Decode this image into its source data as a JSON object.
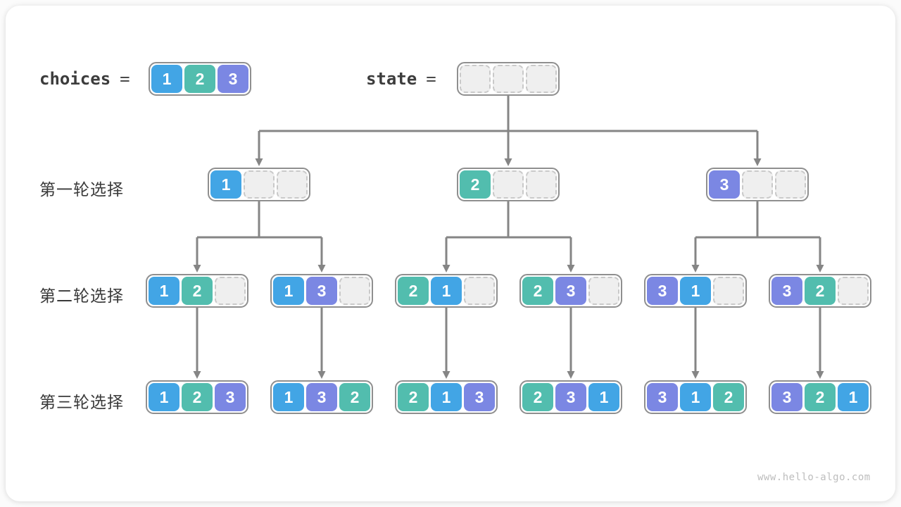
{
  "colors": {
    "cell_1": "#42A5E5",
    "cell_2": "#52BDAE",
    "cell_3": "#7B87E3",
    "box_border": "#8F8F8F",
    "empty_fill": "#EFEFEF",
    "empty_border": "#C9C9C9",
    "connector": "#858585",
    "label_text": "#3A3A3A",
    "watermark_text": "#BDBDBD"
  },
  "legend": {
    "choices": {
      "label": "choices",
      "equals": "=",
      "values": [
        1,
        2,
        3
      ]
    },
    "state": {
      "label": "state",
      "equals": "=",
      "values": [
        null,
        null,
        null
      ]
    }
  },
  "rows": [
    {
      "label": "第一轮选择",
      "boxes": [
        [
          1,
          null,
          null
        ],
        [
          2,
          null,
          null
        ],
        [
          3,
          null,
          null
        ]
      ]
    },
    {
      "label": "第二轮选择",
      "boxes": [
        [
          1,
          2,
          null
        ],
        [
          1,
          3,
          null
        ],
        [
          2,
          1,
          null
        ],
        [
          2,
          3,
          null
        ],
        [
          3,
          1,
          null
        ],
        [
          3,
          2,
          null
        ]
      ]
    },
    {
      "label": "第三轮选择",
      "boxes": [
        [
          1,
          2,
          3
        ],
        [
          1,
          3,
          2
        ],
        [
          2,
          1,
          3
        ],
        [
          2,
          3,
          1
        ],
        [
          3,
          1,
          2
        ],
        [
          3,
          2,
          1
        ]
      ]
    }
  ],
  "watermark": "www.hello-algo.com"
}
